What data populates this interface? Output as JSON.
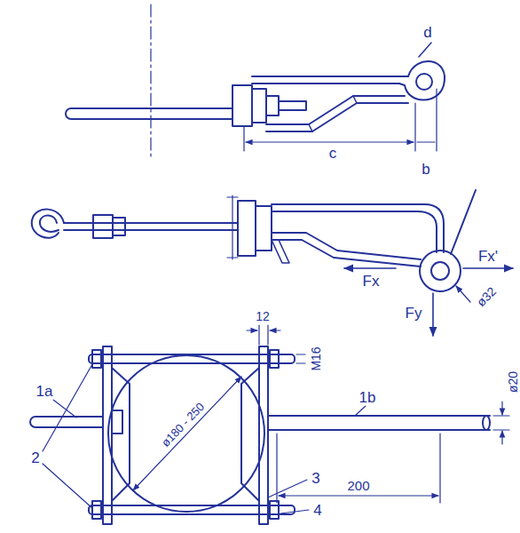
{
  "diagram": {
    "labels": [
      "d",
      "c",
      "b",
      "Fx",
      "Fx'",
      "Fy",
      "ø32",
      "12",
      "M16",
      "ø180 - 250",
      "1a",
      "1b",
      "ø20",
      "2",
      "3",
      "4",
      "200"
    ]
  }
}
